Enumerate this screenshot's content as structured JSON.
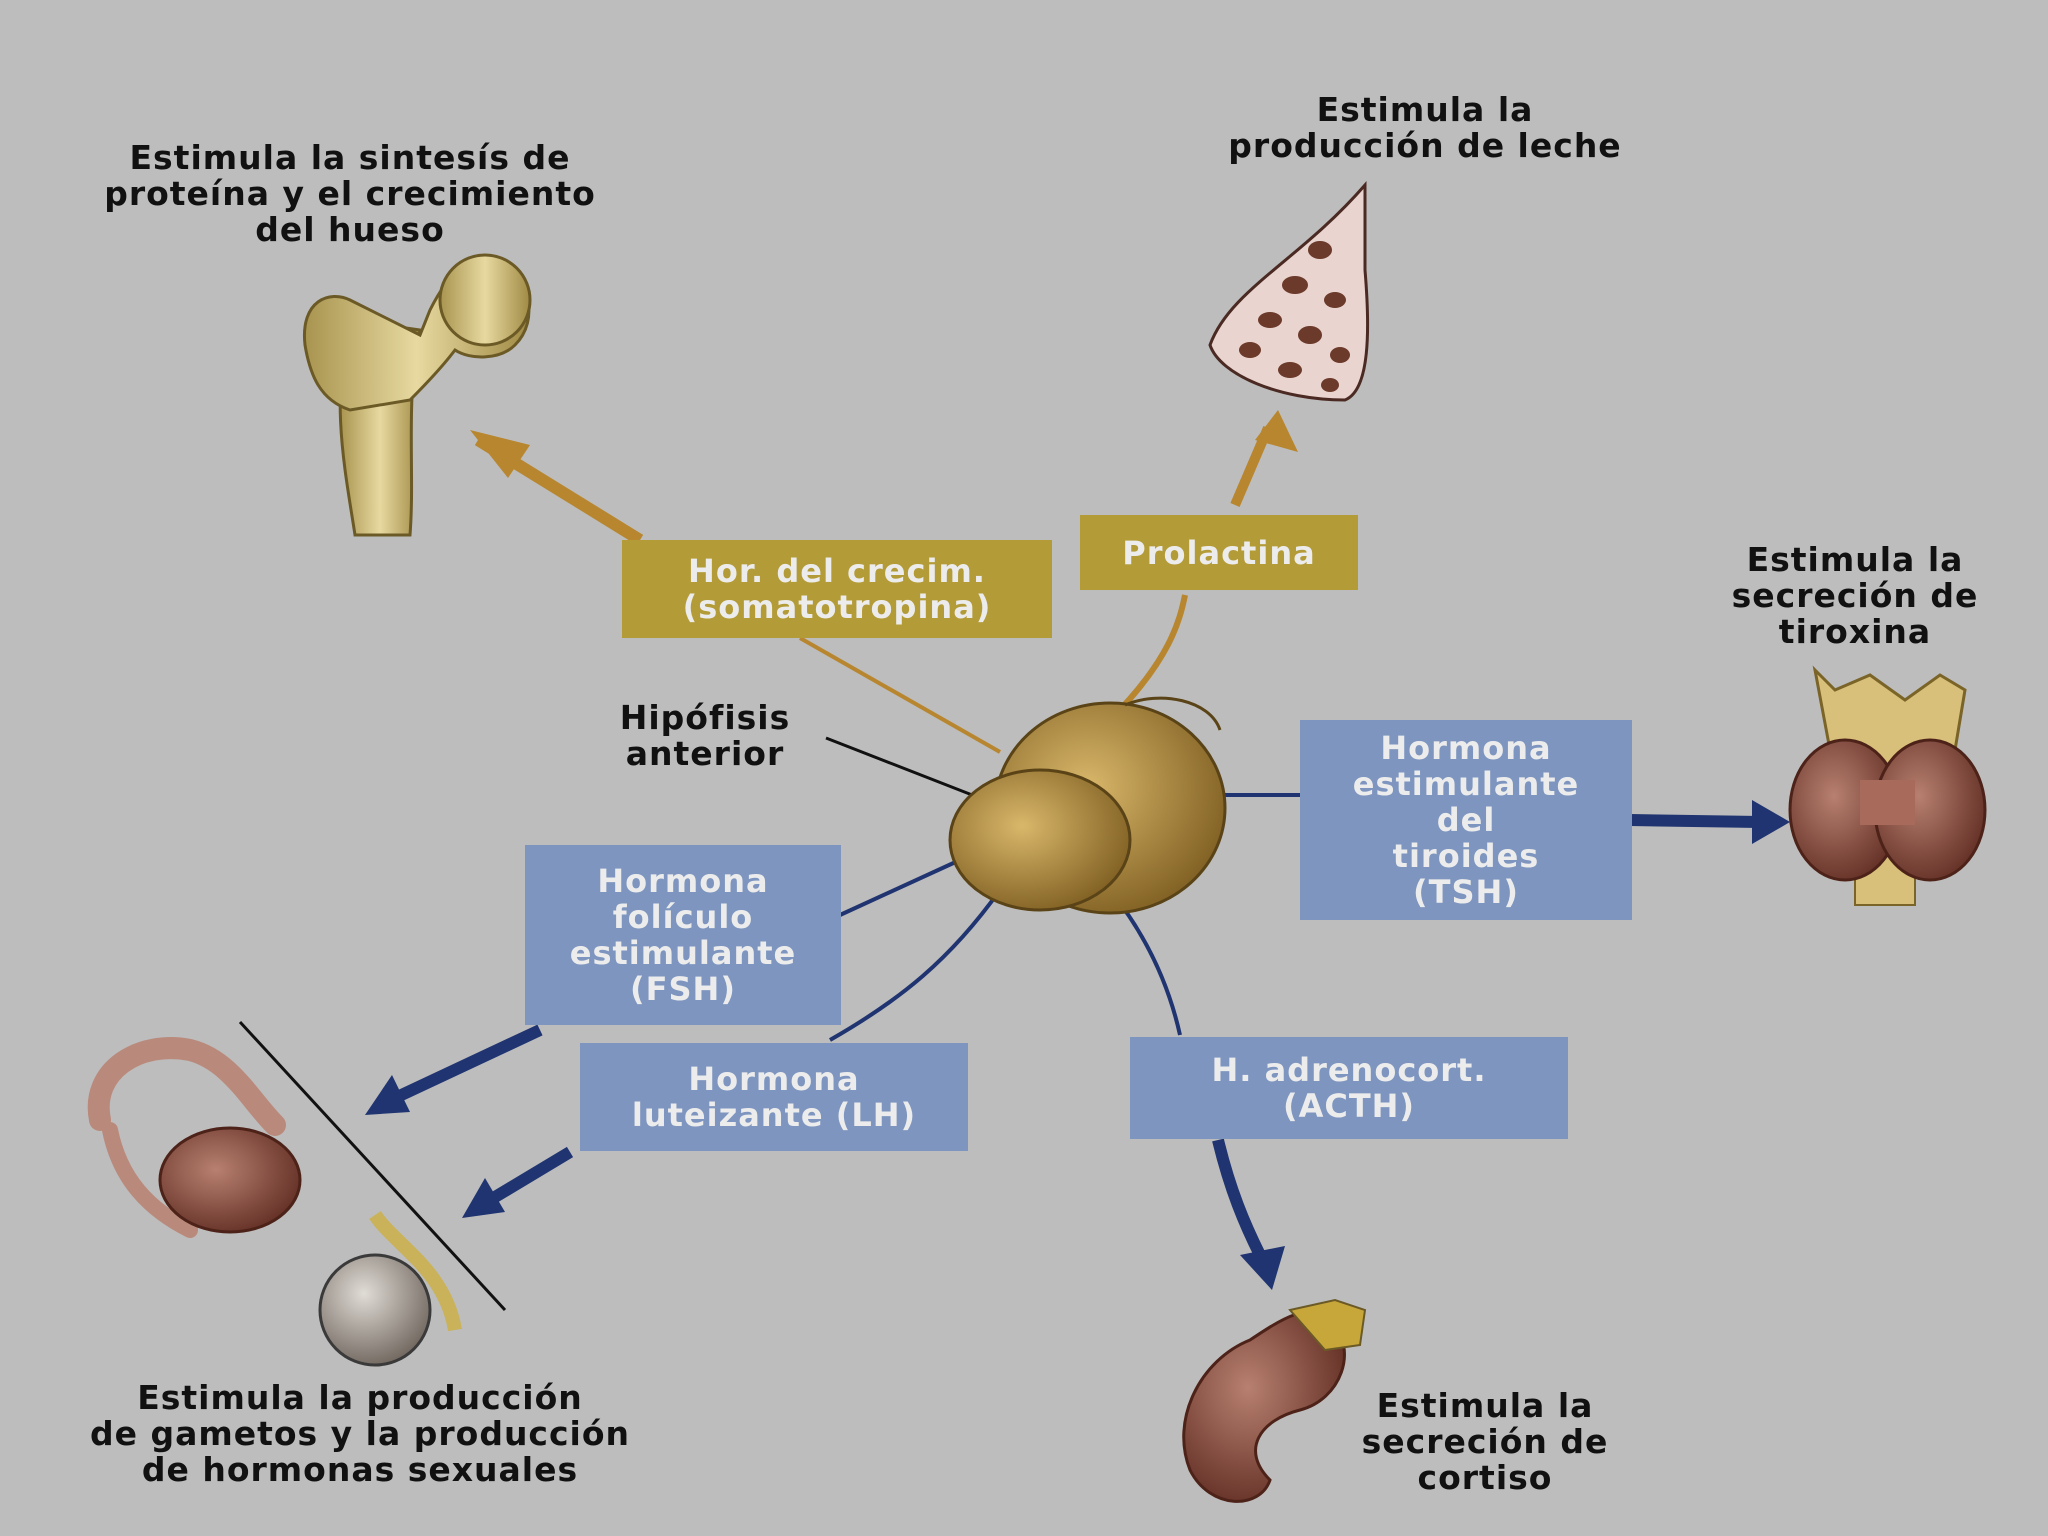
{
  "pituitary": {
    "label": "Hipófisis\nanterior"
  },
  "hormones": {
    "growth": "Hor. del crecim.\n(somatotropina)",
    "prolactin": "Prolactina",
    "tsh": "Hormona\nestimulante\ndel\ntiroides\n(TSH)",
    "fsh": "Hormona\nfolículo\nestimulante\n(FSH)",
    "lh": "Hormona\nluteizante (LH)",
    "acth": "H. adrenocort.\n(ACTH)"
  },
  "effects": {
    "bone": "Estimula la sintesís de\nproteína y el crecimiento\ndel hueso",
    "milk": "Estimula la\nproducción de leche",
    "thyroid": "Estimula la\nsecreción de\ntiroxina",
    "gonads": "Estimula la producción\nde gametos y la producción\nde hormonas sexuales",
    "adrenal": "Estimula la\nsecreción de\ncortiso"
  },
  "colors": {
    "background": "#bdbdbd",
    "gold_box": "#b39b38",
    "blue_box": "#7d95bf",
    "gold_arrow": "#b8862e",
    "blue_arrow": "#1f3470"
  }
}
